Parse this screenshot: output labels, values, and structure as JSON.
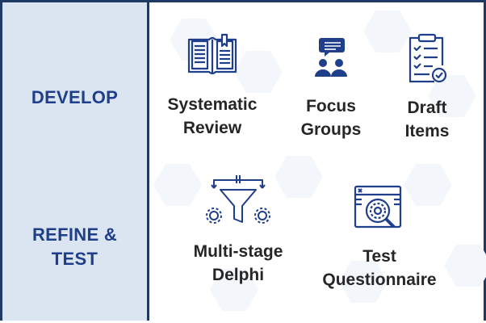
{
  "stages": [
    {
      "label": "DEVELOP"
    },
    {
      "label": "REFINE &\nTEST"
    }
  ],
  "items": [
    {
      "label": "Systematic\nReview",
      "icon": "open-book-icon"
    },
    {
      "label": "Focus\nGroups",
      "icon": "people-chat-icon"
    },
    {
      "label": "Draft\nItems",
      "icon": "clipboard-checklist-icon"
    },
    {
      "label": "Multi-stage\nDelphi",
      "icon": "funnel-gears-icon"
    },
    {
      "label": "Test\nQuestionnaire",
      "icon": "browser-magnifier-gear-icon"
    }
  ],
  "colors": {
    "primary": "#1f3f8a",
    "frame": "#1f3864",
    "panel": "#dbe4f1",
    "text": "#262626"
  }
}
